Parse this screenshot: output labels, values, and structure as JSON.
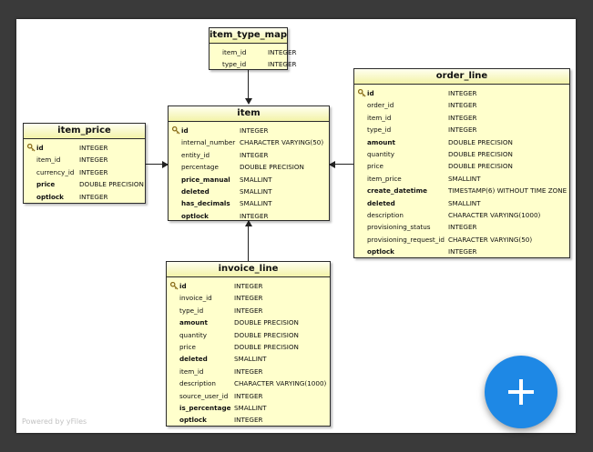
{
  "tables": {
    "item_type_map": {
      "title": "item_type_map",
      "columns": [
        {
          "name": "item_id",
          "type": "INTEGER",
          "pk": false,
          "bold": false
        },
        {
          "name": "type_id",
          "type": "INTEGER",
          "pk": false,
          "bold": false
        }
      ]
    },
    "item": {
      "title": "item",
      "columns": [
        {
          "name": "id",
          "type": "INTEGER",
          "pk": true,
          "bold": true
        },
        {
          "name": "internal_number",
          "type": "CHARACTER VARYING(50)",
          "pk": false,
          "bold": false
        },
        {
          "name": "entity_id",
          "type": "INTEGER",
          "pk": false,
          "bold": false
        },
        {
          "name": "percentage",
          "type": "DOUBLE PRECISION",
          "pk": false,
          "bold": false
        },
        {
          "name": "price_manual",
          "type": "SMALLINT",
          "pk": false,
          "bold": true
        },
        {
          "name": "deleted",
          "type": "SMALLINT",
          "pk": false,
          "bold": true
        },
        {
          "name": "has_decimals",
          "type": "SMALLINT",
          "pk": false,
          "bold": true
        },
        {
          "name": "optlock",
          "type": "INTEGER",
          "pk": false,
          "bold": true
        }
      ]
    },
    "item_price": {
      "title": "item_price",
      "columns": [
        {
          "name": "id",
          "type": "INTEGER",
          "pk": true,
          "bold": true
        },
        {
          "name": "item_id",
          "type": "INTEGER",
          "pk": false,
          "bold": false
        },
        {
          "name": "currency_id",
          "type": "INTEGER",
          "pk": false,
          "bold": false
        },
        {
          "name": "price",
          "type": "DOUBLE PRECISION",
          "pk": false,
          "bold": true
        },
        {
          "name": "optlock",
          "type": "INTEGER",
          "pk": false,
          "bold": true
        }
      ]
    },
    "order_line": {
      "title": "order_line",
      "columns": [
        {
          "name": "id",
          "type": "INTEGER",
          "pk": true,
          "bold": true
        },
        {
          "name": "order_id",
          "type": "INTEGER",
          "pk": false,
          "bold": false
        },
        {
          "name": "item_id",
          "type": "INTEGER",
          "pk": false,
          "bold": false
        },
        {
          "name": "type_id",
          "type": "INTEGER",
          "pk": false,
          "bold": false
        },
        {
          "name": "amount",
          "type": "DOUBLE PRECISION",
          "pk": false,
          "bold": true
        },
        {
          "name": "quantity",
          "type": "DOUBLE PRECISION",
          "pk": false,
          "bold": false
        },
        {
          "name": "price",
          "type": "DOUBLE PRECISION",
          "pk": false,
          "bold": false
        },
        {
          "name": "item_price",
          "type": "SMALLINT",
          "pk": false,
          "bold": false
        },
        {
          "name": "create_datetime",
          "type": "TIMESTAMP(6) WITHOUT TIME ZONE",
          "pk": false,
          "bold": true
        },
        {
          "name": "deleted",
          "type": "SMALLINT",
          "pk": false,
          "bold": true
        },
        {
          "name": "description",
          "type": "CHARACTER VARYING(1000)",
          "pk": false,
          "bold": false
        },
        {
          "name": "provisioning_status",
          "type": "INTEGER",
          "pk": false,
          "bold": false
        },
        {
          "name": "provisioning_request_id",
          "type": "CHARACTER VARYING(50)",
          "pk": false,
          "bold": false
        },
        {
          "name": "optlock",
          "type": "INTEGER",
          "pk": false,
          "bold": true
        }
      ]
    },
    "invoice_line": {
      "title": "invoice_line",
      "columns": [
        {
          "name": "id",
          "type": "INTEGER",
          "pk": true,
          "bold": true
        },
        {
          "name": "invoice_id",
          "type": "INTEGER",
          "pk": false,
          "bold": false
        },
        {
          "name": "type_id",
          "type": "INTEGER",
          "pk": false,
          "bold": false
        },
        {
          "name": "amount",
          "type": "DOUBLE PRECISION",
          "pk": false,
          "bold": true
        },
        {
          "name": "quantity",
          "type": "DOUBLE PRECISION",
          "pk": false,
          "bold": false
        },
        {
          "name": "price",
          "type": "DOUBLE PRECISION",
          "pk": false,
          "bold": false
        },
        {
          "name": "deleted",
          "type": "SMALLINT",
          "pk": false,
          "bold": true
        },
        {
          "name": "item_id",
          "type": "INTEGER",
          "pk": false,
          "bold": false
        },
        {
          "name": "description",
          "type": "CHARACTER VARYING(1000)",
          "pk": false,
          "bold": false
        },
        {
          "name": "source_user_id",
          "type": "INTEGER",
          "pk": false,
          "bold": false
        },
        {
          "name": "is_percentage",
          "type": "SMALLINT",
          "pk": false,
          "bold": true
        },
        {
          "name": "optlock",
          "type": "INTEGER",
          "pk": false,
          "bold": true
        }
      ]
    }
  },
  "watermark": "Powered by yFiles",
  "fab": {
    "icon": "plus-icon",
    "color": "#1e88e5"
  },
  "colors": {
    "entity_fill": "#ffffcc",
    "background": "#3a3a3a"
  }
}
